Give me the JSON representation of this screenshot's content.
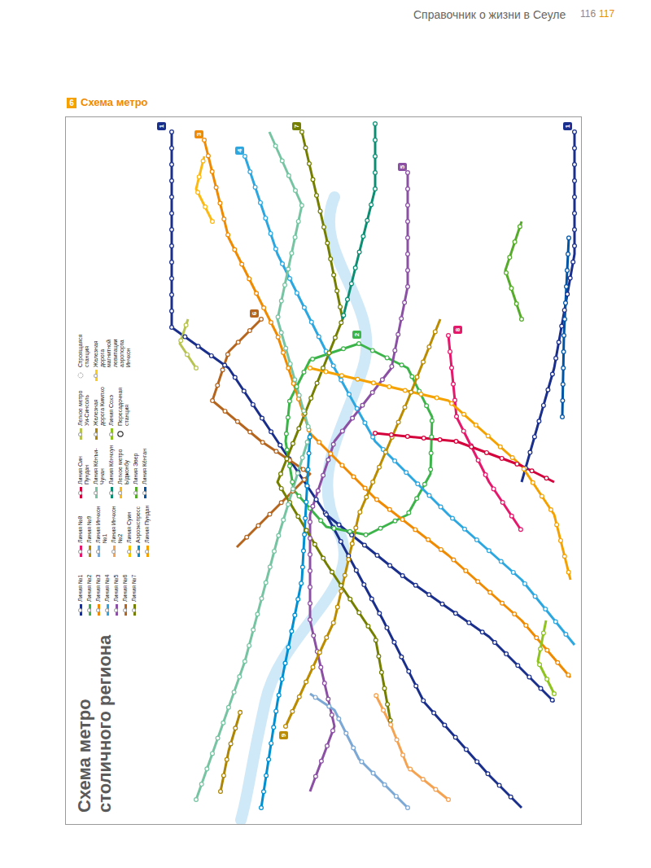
{
  "diagram": {
    "title": "Схема метро столичного региона",
    "labels": [
      "Справочник о жизни в Сеуле",
      "116",
      "117",
      "6",
      "Схема метро",
      "1",
      "2",
      "3",
      "4",
      "5",
      "6",
      "7",
      "8",
      "9",
      "1"
    ],
    "legend": [
      {
        "text": "Линия №1",
        "color": "#1a2f8c"
      },
      {
        "text": "Линия №2",
        "color": "#3cb44a"
      },
      {
        "text": "Линия №3",
        "color": "#f08a00"
      },
      {
        "text": "Линия №4",
        "color": "#2ca7e0"
      },
      {
        "text": "Линия №5",
        "color": "#8b50a4"
      },
      {
        "text": "Линия №6",
        "color": "#b5651d"
      },
      {
        "text": "Линия №7",
        "color": "#747f00"
      },
      {
        "text": "Линия №8",
        "color": "#e6186c"
      },
      {
        "text": "Линия №9",
        "color": "#bb8c00"
      },
      {
        "text": "Линия Инчхон №1",
        "color": "#7ca8d5"
      },
      {
        "text": "Линия Инчхон №2",
        "color": "#f5a251"
      },
      {
        "text": "Линия Суин",
        "color": "#f5c400"
      },
      {
        "text": "Аэроэкспресс",
        "color": "#0090d2"
      },
      {
        "text": "Линия Пундан",
        "color": "#f5a200"
      },
      {
        "text": "Линия Син Пундан",
        "color": "#d4003b"
      },
      {
        "text": "Линия Кёнъи-Чунан",
        "color": "#77c4a3"
      },
      {
        "text": "Линия Кёнчхун",
        "color": "#0c8e72"
      },
      {
        "text": "Легкое метро Ыджонбу",
        "color": "#fdb913"
      },
      {
        "text": "Линия Эвер",
        "color": "#56ab2d"
      },
      {
        "text": "Линия Кёнган",
        "color": "#0054a6"
      },
      {
        "text": "Легкое метро Уи-Синсоль",
        "color": "#b7c452"
      },
      {
        "text": "Железная дорога Кимпхо",
        "color": "#ad8605"
      },
      {
        "text": "Линия Сохэ",
        "color": "#8fc31f"
      },
      {
        "text": "Пересадочная станция"
      },
      {
        "text": "Строящаяся станция"
      },
      {
        "text": "Железная дорога магнитной левитации аэропорта Инчхон",
        "color": "#ffcd12"
      }
    ]
  }
}
